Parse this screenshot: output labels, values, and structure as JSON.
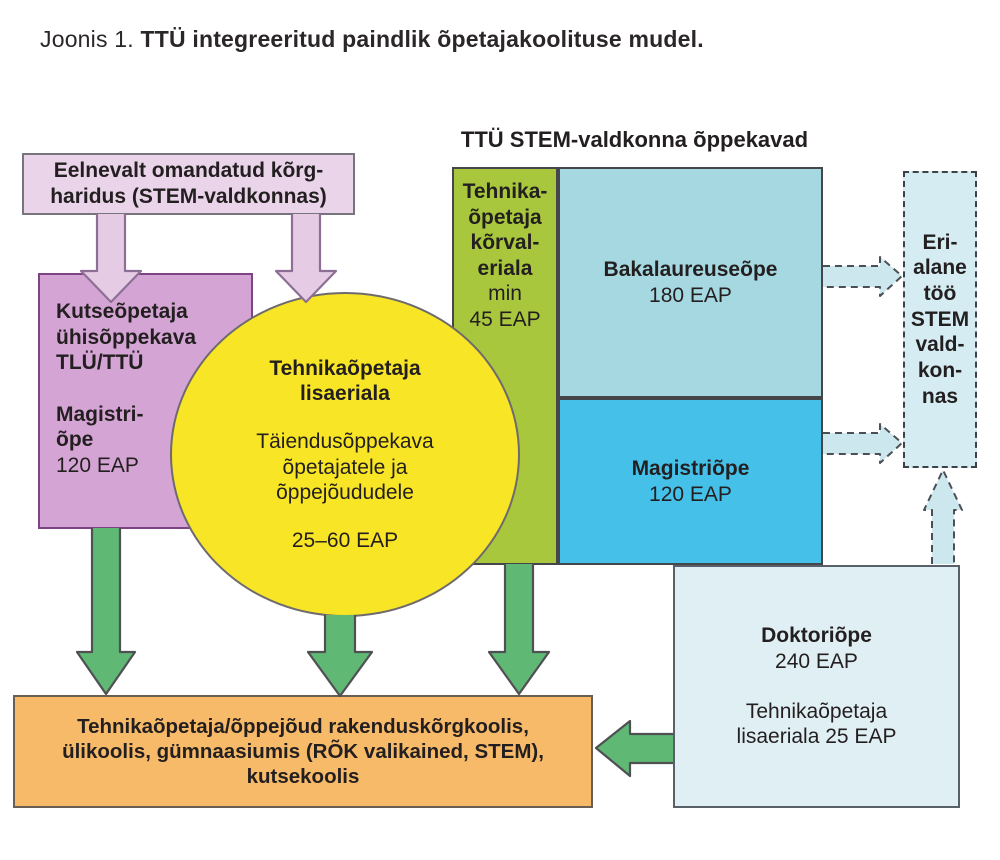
{
  "title": {
    "prefix": "Joonis 1.",
    "main": "TTÜ integreeritud paindlik õpetajakoolituse mudel."
  },
  "header": {
    "stem_programmes": "TTÜ STEM-valdkonna õppekavad"
  },
  "boxes": {
    "prior_education": {
      "text": "Eelnevalt omandatud kõrg-\nharidus (STEM-valdkonnas)"
    },
    "kutseopetaja": {
      "title": "Kutseõpetaja\nühisõppekava\nTLÜ/TTÜ",
      "subtitle": "Magistri-\nõpe",
      "credits": "120 EAP"
    },
    "lisaeriala_circle": {
      "title": "Tehnikaõpetaja\nlisaeriala",
      "body": "Täiendusõppekava\nõpetajatele ja\nõppejõududele",
      "credits": "25–60 EAP"
    },
    "korvaleriala": {
      "title": "Tehnika-\nõpetaja\nkõrval-\neriala",
      "credits": "min\n45 EAP"
    },
    "bakalaureus": {
      "title": "Bakalaureuseõpe",
      "credits": "180 EAP"
    },
    "magister": {
      "title": "Magistriõpe",
      "credits": "120 EAP"
    },
    "erialane_too": {
      "text": "Eri-\nalane\ntöö\nSTEM\nvald-\nkon-\nnas"
    },
    "doktor": {
      "title": "Doktoriõpe",
      "credits": "240 EAP",
      "note": "Tehnikaõpetaja\nlisaeriala 25 EAP"
    },
    "outcome": {
      "text": "Tehnikaõpetaja/õppejõud rakenduskõrgkoolis,\nülikoolis, gümnaasiumis (RÕK valikained, STEM),\nkutsekoolis"
    }
  },
  "colors": {
    "text": "#231f20",
    "pink_box_fill": "#e9d4e9",
    "pink_box_border": "#77747e",
    "pink_arrow_fill": "#e5cce4",
    "pink_arrow_border": "#8d6f96",
    "purple_fill": "#d4a5d4",
    "purple_border": "#7e4383",
    "yellow_fill": "#f8e526",
    "yellow_border": "#6e6a6d",
    "green_fill": "#a9c73d",
    "stem_border": "#45464c",
    "baka_fill": "#a6d8e1",
    "magi_fill": "#45c0e9",
    "dashed_fill": "#d5ecf2",
    "dashed_border": "#3d4248",
    "doktor_fill": "#e0eff3",
    "doktor_border": "#58606a",
    "orange_fill": "#f7ba68",
    "orange_border": "#6a5e52",
    "green_arrow_fill": "#5fb873",
    "green_arrow_border": "#4f5054",
    "dash_arrow_fill": "#cde7ef",
    "dash_arrow_border": "#4a5056"
  }
}
